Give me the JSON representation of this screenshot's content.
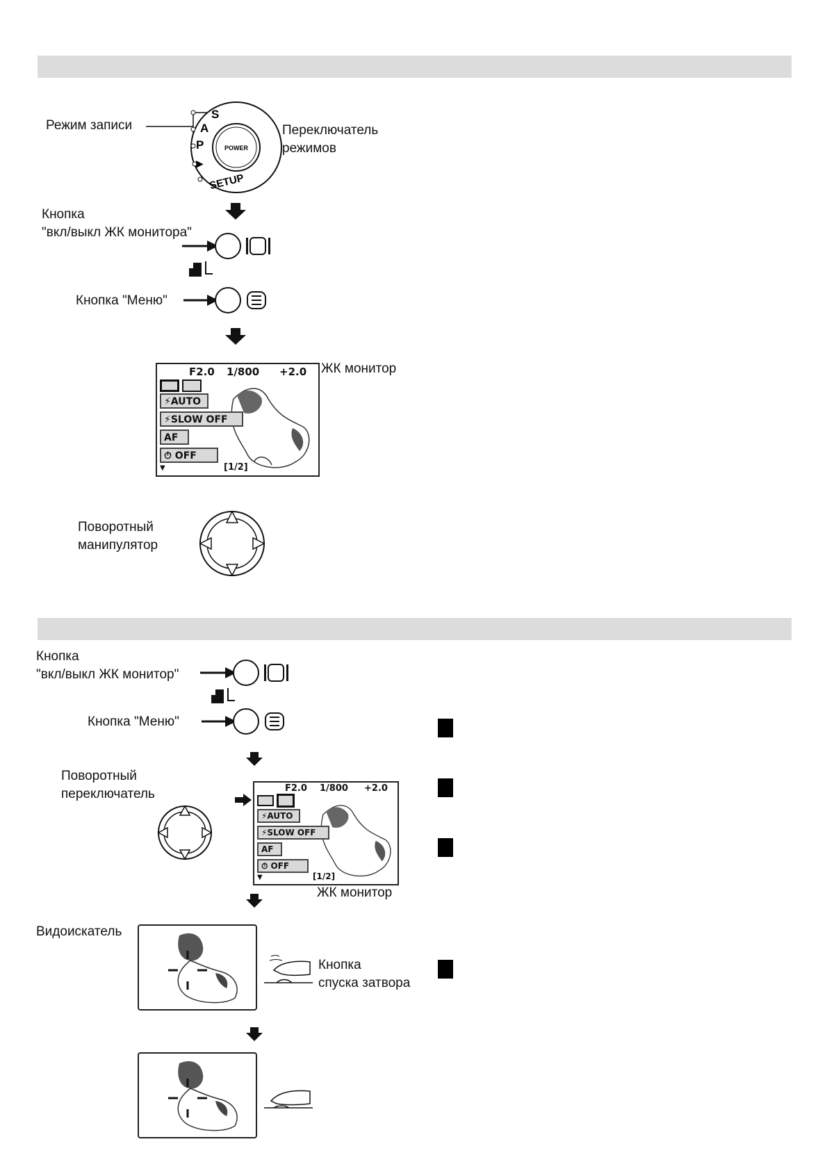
{
  "section1": {
    "record_mode_label": "Режим записи",
    "mode_switch_label": [
      "Переключатель",
      "режимов"
    ],
    "dial": {
      "modes": [
        "S",
        "A",
        "P",
        "▶",
        "SETUP"
      ],
      "center": "POWER"
    },
    "lcd_button_label": [
      "Кнопка",
      "\"вкл/выкл ЖК монитора\""
    ],
    "menu_button_label": "Кнопка \"Меню\"",
    "lcd_label": "ЖК монитор",
    "rotary_label": [
      "Поворотный",
      "манипулятор"
    ]
  },
  "section2": {
    "lcd_button_label": [
      "Кнопка",
      "\"вкл/выкл ЖК монитор\""
    ],
    "menu_button_label": "Кнопка \"Меню\"",
    "rotary_label": [
      "Поворотный",
      "переключатель"
    ],
    "lcd_label": "ЖК монитор",
    "viewfinder_label": "Видоискатель",
    "shutter_label": [
      "Кнопка",
      "спуска затвора"
    ]
  },
  "lcd_screen": {
    "aperture": "F2.0",
    "shutter": "1/800",
    "exposure": "+2.0",
    "rows": [
      "⚡AUTO",
      "⚡SLOW OFF",
      "AF",
      "⏱ OFF"
    ],
    "page": "[1/2]"
  }
}
